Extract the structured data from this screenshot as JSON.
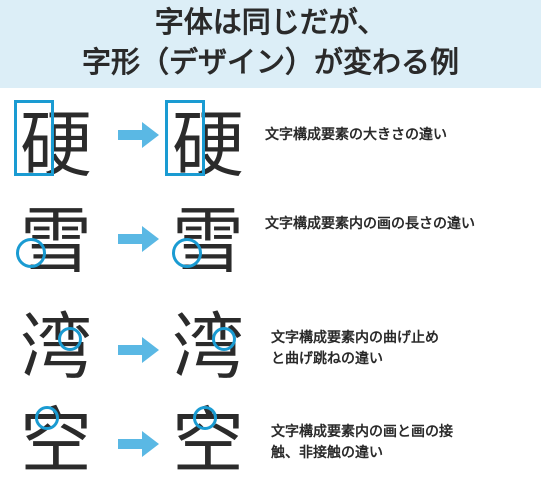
{
  "header": {
    "line1": "字体は同じだが、",
    "line2": "字形（デザイン）が変わる例"
  },
  "colors": {
    "accent": "#1a9bd2",
    "header_bg": "#dceef7",
    "arrow": "#5ab8e4"
  },
  "examples": [
    {
      "char_before": "硬",
      "char_after": "硬",
      "description": "文字構成要素の大きさの違い",
      "marker": "box"
    },
    {
      "char_before": "雪",
      "char_after": "雪",
      "description": "文字構成要素内の画の長さの違い",
      "marker": "circle"
    },
    {
      "char_before": "湾",
      "char_after": "湾",
      "description": "文字構成要素内の曲げ止め\nと曲げ跳ねの違い",
      "marker": "circle"
    },
    {
      "char_before": "空",
      "char_after": "空",
      "description": "文字構成要素内の画と画の接\n触、非接触の違い",
      "marker": "circle"
    }
  ]
}
